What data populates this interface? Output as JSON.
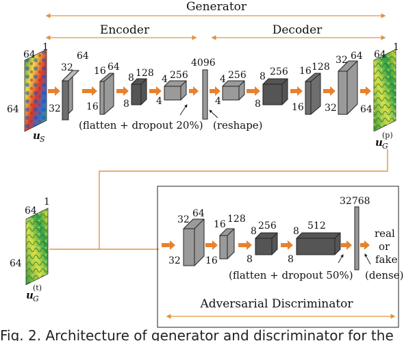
{
  "headers": {
    "generator": "Generator",
    "encoder": "Encoder",
    "decoder": "Decoder",
    "discriminator": "Adversarial Discriminator"
  },
  "notes": {
    "gen_flatten": "(flatten + dropout 20%)",
    "reshape": "(reshape)",
    "disc_flatten": "(flatten + dropout 50%)",
    "dense": "(dense)",
    "real": "real",
    "or": "or",
    "fake": "fake"
  },
  "inputs": {
    "us": {
      "main": "u",
      "sub": "S",
      "top": "64",
      "corner": "1",
      "side": "64"
    },
    "ug_p": {
      "main": "u",
      "sub": "G",
      "sup": "(p)",
      "top": "64",
      "corner": "1",
      "side": "64"
    },
    "ug_t": {
      "main": "u",
      "sub": "G",
      "sup": "(t)",
      "top": "64",
      "corner": "1",
      "side": "64"
    }
  },
  "encoder_layers": [
    {
      "h": "32",
      "c": "64",
      "w": "32"
    },
    {
      "h": "16",
      "c": "64",
      "w": "16"
    },
    {
      "h": "8",
      "c": "128",
      "w": "8"
    },
    {
      "h": "4",
      "c": "256",
      "w": "4"
    }
  ],
  "bottleneck": "4096",
  "decoder_layers": [
    {
      "h": "4",
      "c": "256",
      "w": "4"
    },
    {
      "h": "8",
      "c": "256",
      "w": "8"
    },
    {
      "h": "16",
      "c": "128",
      "w": "16"
    },
    {
      "h": "32",
      "c": "64",
      "w": "32"
    }
  ],
  "disc_layers": [
    {
      "h": "32",
      "c": "64",
      "w": "32"
    },
    {
      "h": "16",
      "c": "128",
      "w": "16"
    },
    {
      "h": "8",
      "c": "256",
      "w": "8"
    },
    {
      "h": "8",
      "c": "512",
      "w": "8"
    }
  ],
  "disc_output": "32768",
  "caption_fragment": "Fig. 2. Architecture of generator and discriminator for the",
  "colors": {
    "arrow": "#e8812d",
    "line": "#e0933c",
    "light": "#9a9a9a",
    "mid": "#7d7d7d",
    "dark": "#555555"
  }
}
